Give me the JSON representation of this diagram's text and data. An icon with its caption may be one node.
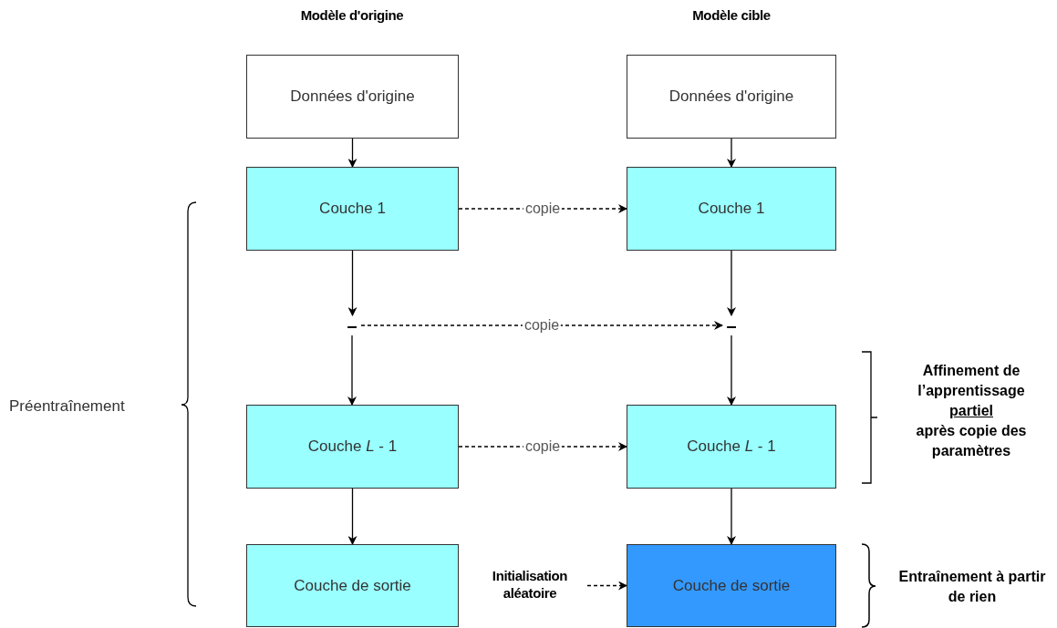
{
  "diagram": {
    "nodes": [
      {
        "text": [
          "Données d'origine"
        ]
      },
      {
        "text": [
          "Couche 1"
        ]
      },
      {
        "text": [
          "–"
        ]
      },
      {
        "text": [
          "Couche *L* - 1"
        ]
      },
      {
        "text": [
          "Couche de sortie"
        ]
      },
      {
        "text": [
          "Données d'origine"
        ]
      },
      {
        "text": [
          "Couche 1"
        ]
      },
      {
        "text": [
          "–"
        ]
      },
      {
        "text": [
          "Couche *L* - 1"
        ]
      },
      {
        "text": [
          "Couche de sortie"
        ]
      },
      {
        "text": [
          "Initialisation aléatoire"
        ]
      }
    ],
    "edges": [
      {
        "from": 0,
        "to": 1,
        "arrow": "to"
      },
      {
        "from": 1,
        "to": 2,
        "arrow": "to"
      },
      {
        "from": 2,
        "to": 3,
        "arrow": "to"
      },
      {
        "from": 3,
        "to": 4,
        "arrow": "to"
      },
      {
        "from": 5,
        "to": 6,
        "arrow": "to"
      },
      {
        "from": 6,
        "to": 7,
        "arrow": "to"
      },
      {
        "from": 7,
        "to": 8,
        "arrow": "to"
      },
      {
        "from": 8,
        "to": 9,
        "arrow": "to"
      },
      {
        "from": 1,
        "to": 6,
        "arrow": "to",
        "label": "copie",
        "style": "dashed"
      },
      {
        "from": 2,
        "to": 7,
        "arrow": "to",
        "label": "copie",
        "style": "dashed"
      },
      {
        "from": 3,
        "to": 8,
        "arrow": "to",
        "label": "copie",
        "style": "dashed"
      },
      {
        "from": 10,
        "to": 9,
        "arrow": "to",
        "style": "dashed"
      }
    ],
    "labels": [
      "Modèle d'origine",
      "Modèle cible",
      "Préentraînement",
      "Affinement de l’apprentissage",
      "partiel",
      "après copie des paramètres",
      "Entraînement à partir de rien"
    ]
  }
}
